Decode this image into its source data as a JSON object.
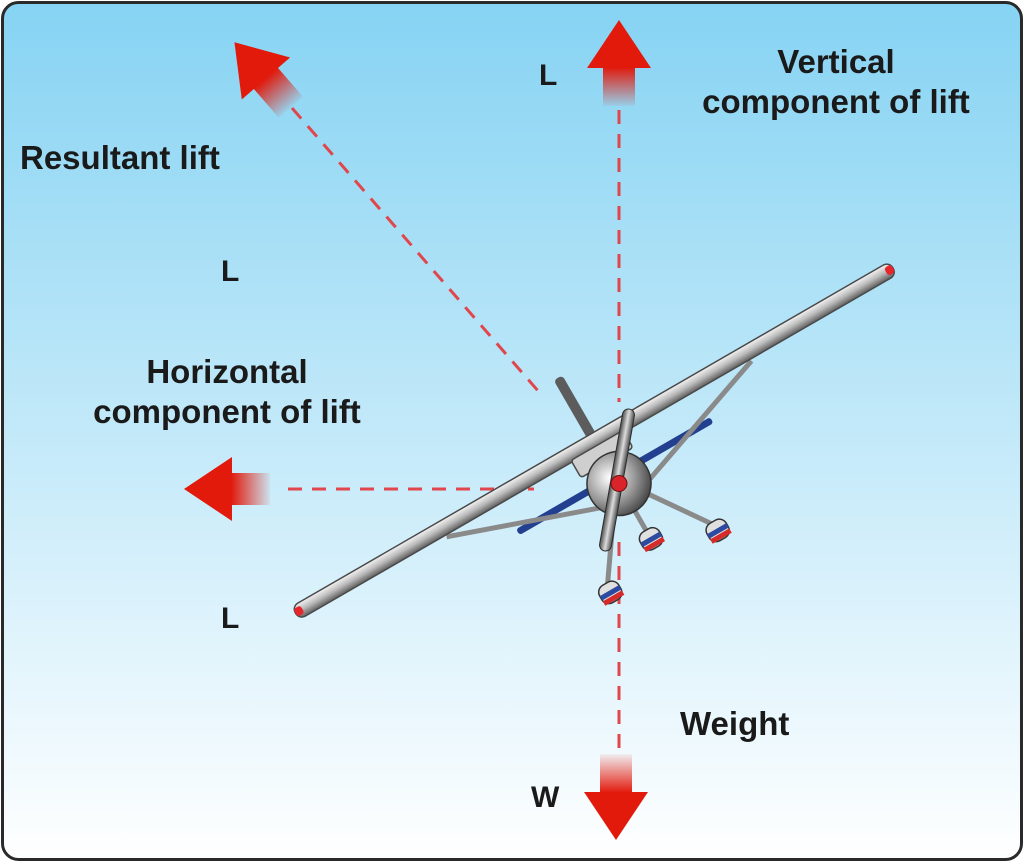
{
  "labels": {
    "resultant": "Resultant lift",
    "vertical_line1": "Vertical",
    "vertical_line2": "component of lift",
    "horizontal_line1": "Horizontal",
    "horizontal_line2": "component of lift",
    "weight": "Weight",
    "lift_symbol_vertical": "L",
    "lift_symbol_resultant": "L",
    "lift_symbol_lower": "L",
    "weight_symbol": "W"
  },
  "colors": {
    "sky_top": "#86d3f3",
    "sky_bottom": "#ffffff",
    "arrow_red": "#e11a0c",
    "force_line": "#e0464b",
    "frame": "#2a2a2a"
  },
  "bank_angle_deg": 30
}
